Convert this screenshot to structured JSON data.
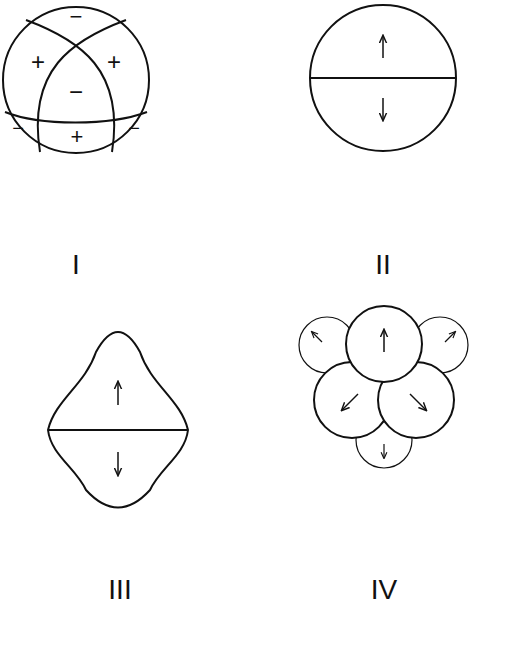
{
  "diagram": {
    "labels": [
      "−",
      "+",
      "+",
      "−",
      "−",
      "−",
      "+",
      "I",
      "II",
      "III",
      "IV"
    ]
  }
}
